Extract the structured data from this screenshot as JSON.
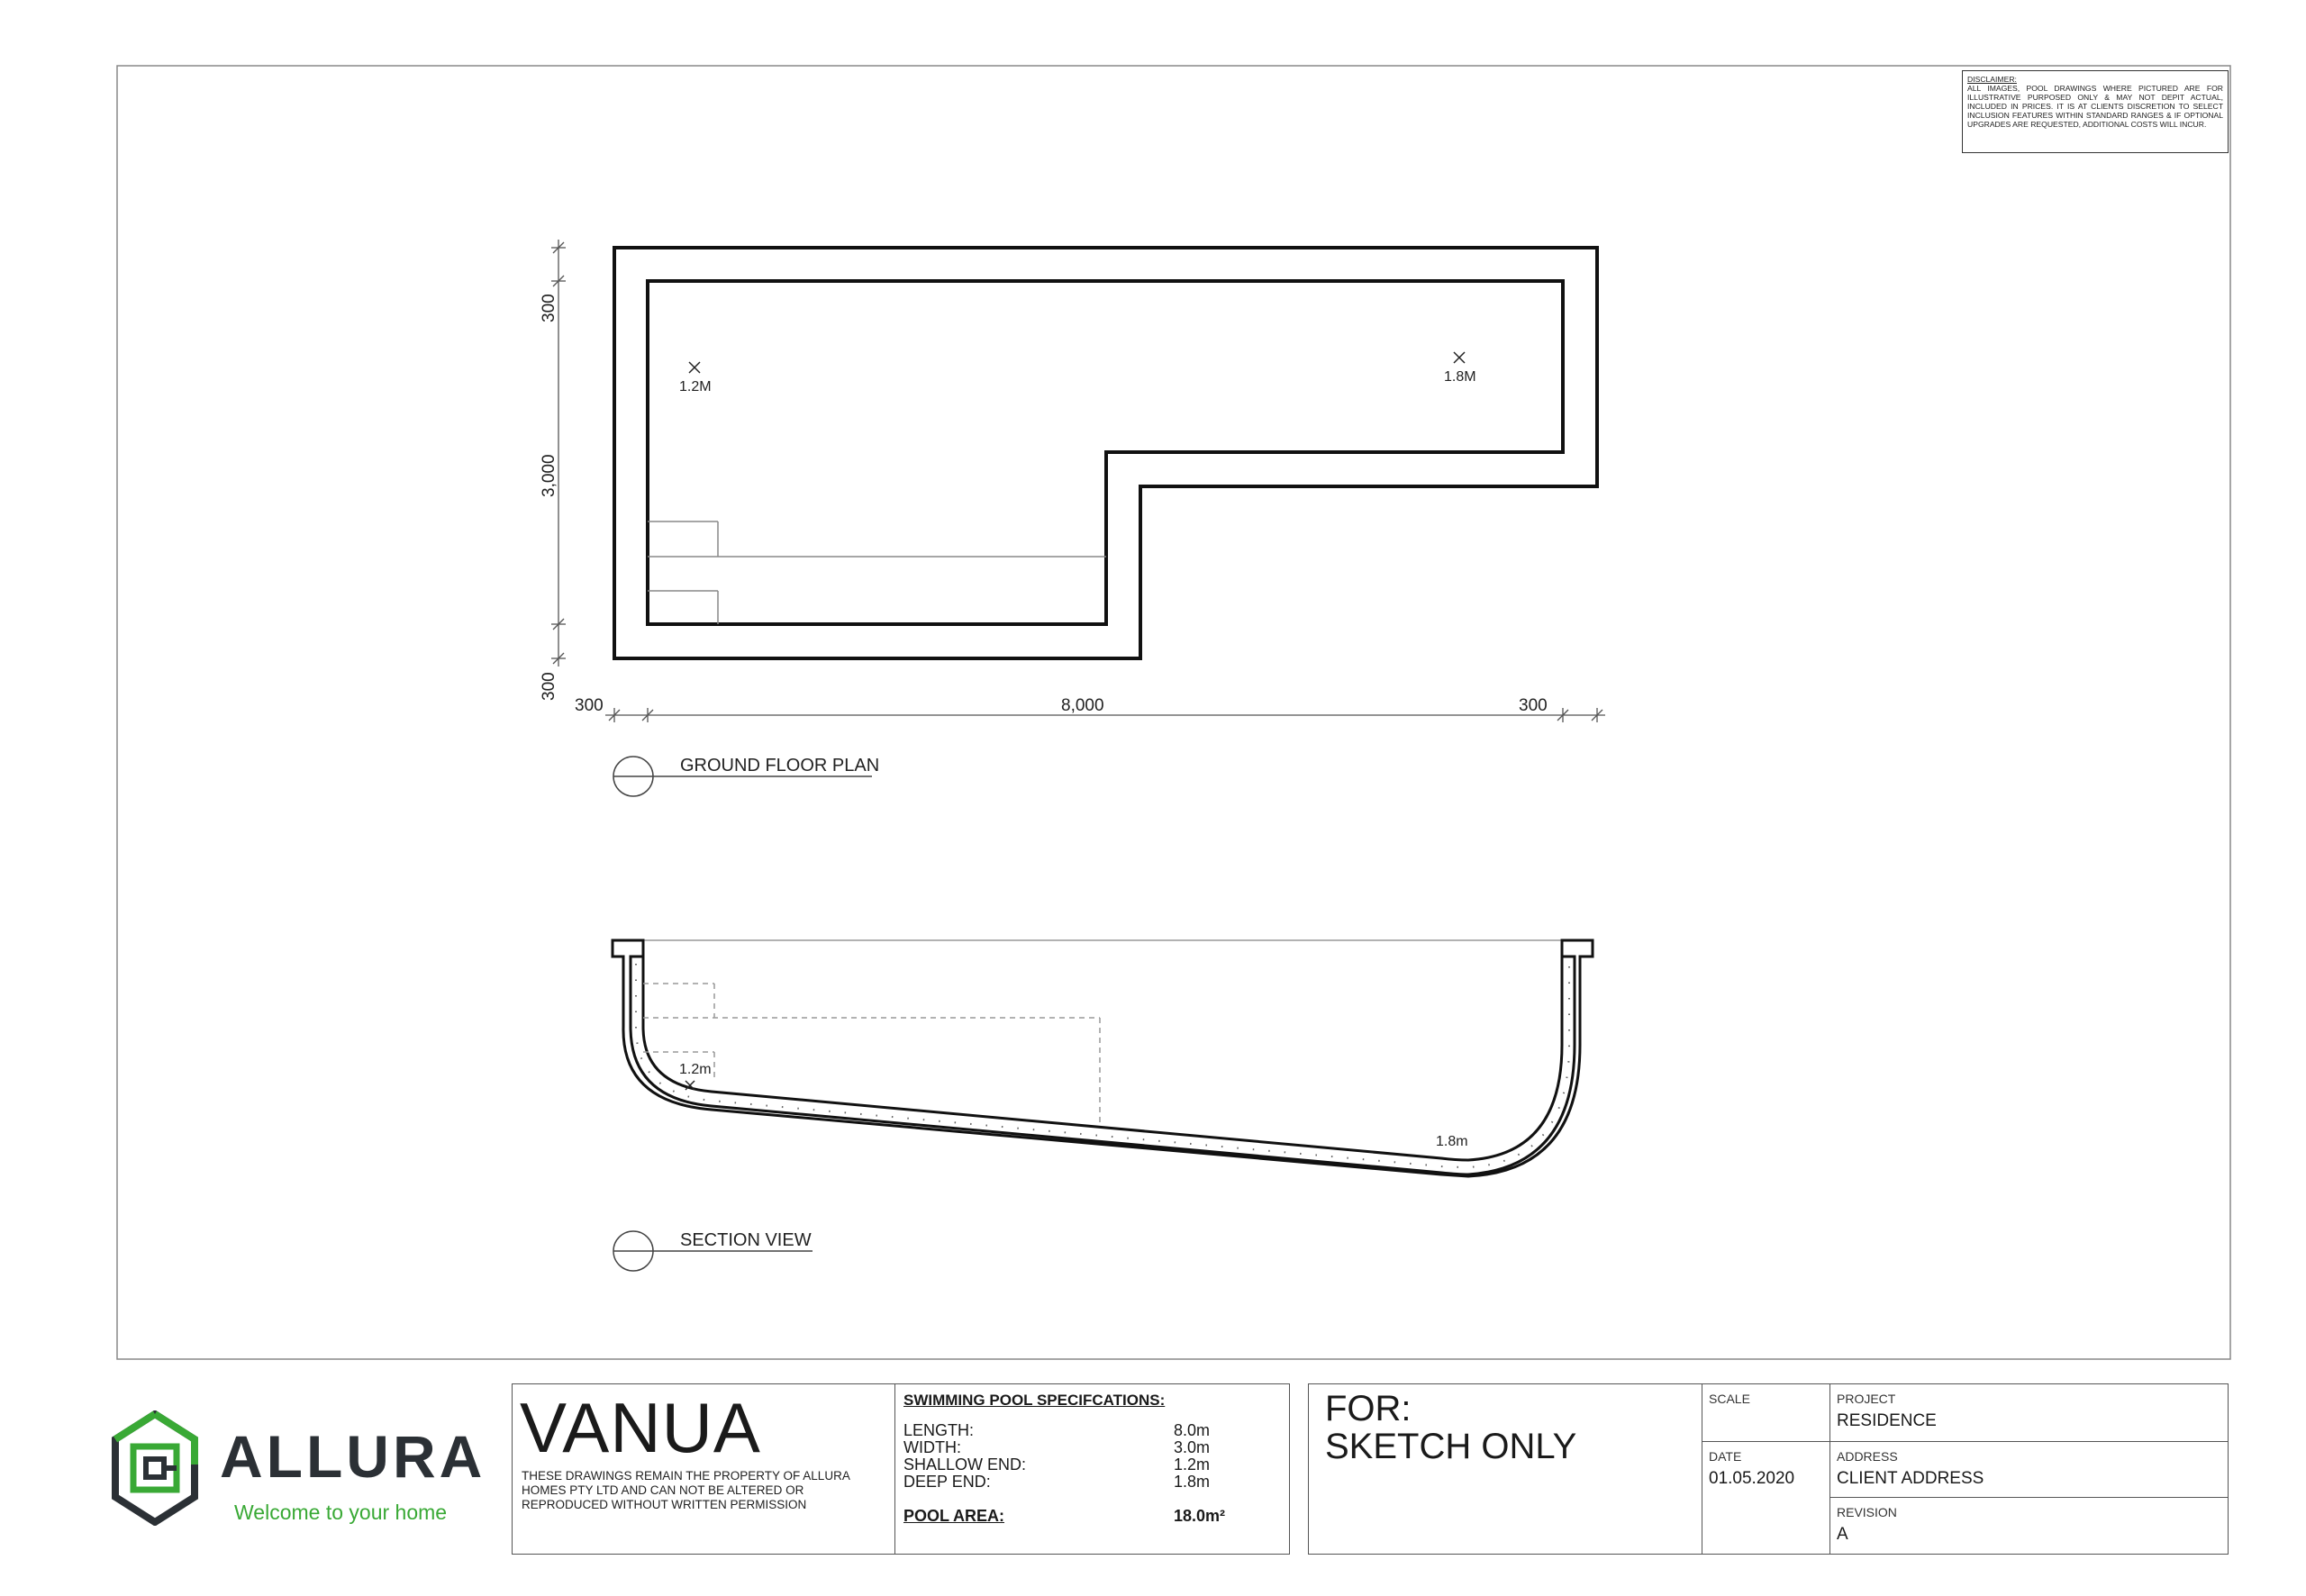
{
  "disclaimer": {
    "heading": "DISCLAIMER:",
    "text": "ALL IMAGES, POOL DRAWINGS WHERE PICTURED ARE FOR ILLUSTRATIVE PURPOSED ONLY & MAY NOT DEPIT ACTUAL, INCLUDED IN PRICES. IT IS AT CLIENTS DISCRETION TO SELECT INCLUSION FEATURES WITHIN STANDARD RANGES & IF OPTIONAL UPGRADES ARE REQUESTED, ADDITIONAL COSTS WILL INCUR."
  },
  "plan": {
    "dims": {
      "top_offset": "300",
      "side_height": "3,000",
      "bottom_offset": "300",
      "left_offset": "300",
      "length": "8,000",
      "right_offset": "300"
    },
    "depth_markers": {
      "shallow": "1.2M",
      "deep": "1.8M"
    },
    "title": "GROUND FLOOR PLAN"
  },
  "section": {
    "depth_labels": {
      "shallow": "1.2m",
      "deep": "1.8m"
    },
    "title": "SECTION VIEW"
  },
  "brand": {
    "name": "ALLURA",
    "tagline": "Welcome to your home",
    "colors": {
      "green": "#39a935",
      "dark": "#2b3035"
    }
  },
  "title_block": {
    "pool_name": "VANUA",
    "notice": "THESE DRAWINGS REMAIN THE PROPERTY OF ALLURA HOMES PTY LTD AND CAN NOT BE ALTERED OR REPRODUCED WITHOUT WRITTEN PERMISSION",
    "specs_heading": "SWIMMING POOL SPECIFCATIONS:",
    "specs": [
      {
        "label": "LENGTH:",
        "value": "8.0m"
      },
      {
        "label": "WIDTH:",
        "value": "3.0m"
      },
      {
        "label": "SHALLOW END:",
        "value": "1.2m"
      },
      {
        "label": "DEEP END:",
        "value": "1.8m"
      }
    ],
    "area_label": "POOL AREA:",
    "area_value": "18.0m²"
  },
  "info_block": {
    "for_line1": "FOR:",
    "for_line2": "SKETCH ONLY",
    "scale_label": "SCALE",
    "date_label": "DATE",
    "date_value": "01.05.2020",
    "project_label": "PROJECT",
    "project_value": "RESIDENCE",
    "address_label": "ADDRESS",
    "address_value": "CLIENT ADDRESS",
    "revision_label": "REVISION",
    "revision_value": "A"
  }
}
